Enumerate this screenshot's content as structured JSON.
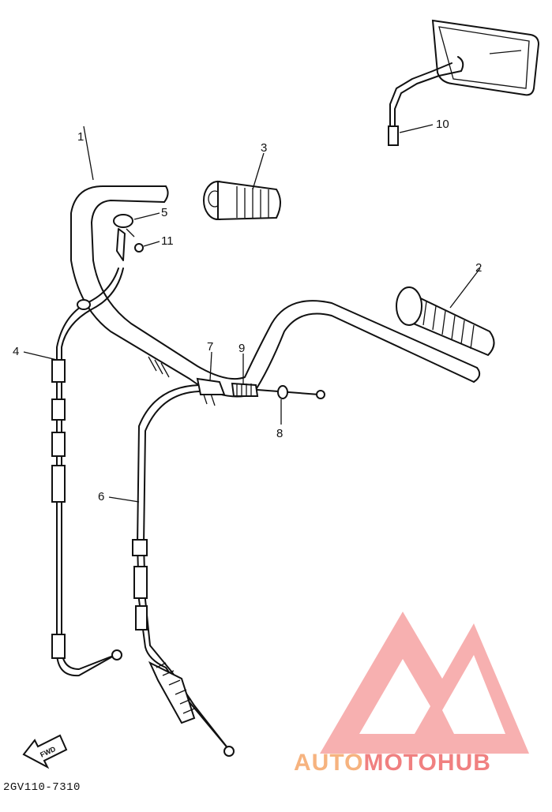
{
  "diagram_code": "2GV110-7310",
  "fwd_label": "FWD",
  "watermark": {
    "part1": "AUTO",
    "part2": "MOTO",
    "part3": "HUB",
    "color_main": "#f08080",
    "color_light": "#f6b37f"
  },
  "callouts": [
    {
      "label": "1",
      "part": "handlebar"
    },
    {
      "label": "2",
      "part": "grip-right"
    },
    {
      "label": "3",
      "part": "grip-left-throttle"
    },
    {
      "label": "4",
      "part": "clutch-cable"
    },
    {
      "label": "5",
      "part": "holder"
    },
    {
      "label": "6",
      "part": "throttle-cable"
    },
    {
      "label": "7",
      "part": "adjuster"
    },
    {
      "label": "8",
      "part": "washer"
    },
    {
      "label": "9",
      "part": "spring"
    },
    {
      "label": "10",
      "part": "mirror"
    },
    {
      "label": "11",
      "part": "screw"
    }
  ]
}
